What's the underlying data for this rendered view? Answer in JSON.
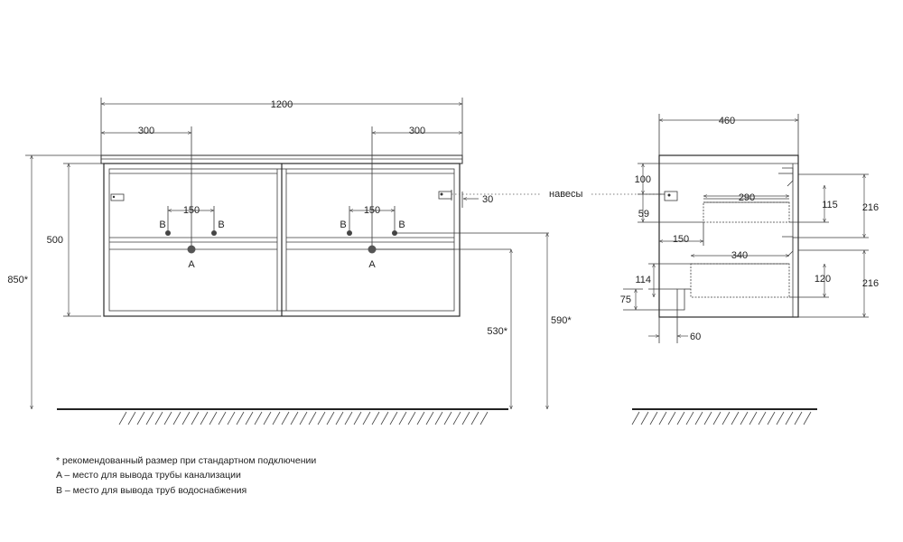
{
  "front": {
    "width": "1200",
    "left_offset": "300",
    "right_offset": "300",
    "height": "500",
    "total_height": "850*",
    "gap": "30",
    "pipe_height_a": "530*",
    "pipe_height_b": "590*",
    "b_spacing_left": "150",
    "b_spacing_right": "150",
    "label_a": "A",
    "label_b": "B"
  },
  "side": {
    "depth": "460",
    "hinges_label": "навесы",
    "d100": "100",
    "d290": "290",
    "d115": "115",
    "d216_top": "216",
    "d59": "59",
    "d150": "150",
    "d340": "340",
    "d114": "114",
    "d120": "120",
    "d216_bottom": "216",
    "d75": "75",
    "d60": "60"
  },
  "notes": [
    "* рекомендованный размер при стандартном подключении",
    "A – место для вывода трубы канализации",
    "B – место для вывода труб водоснабжения"
  ]
}
